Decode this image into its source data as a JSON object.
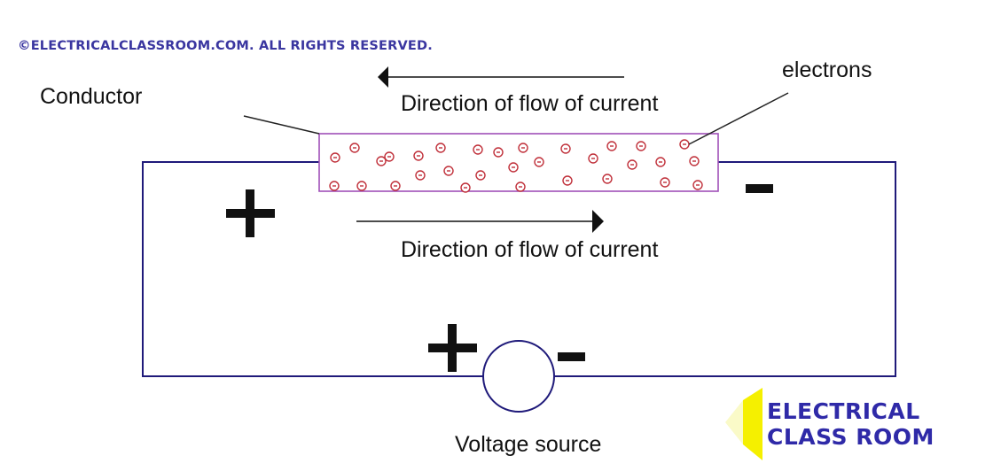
{
  "copyright": "©ELECTRICALCLASSROOM.COM. ALL RIGHTS RESERVED.",
  "labels": {
    "conductor": "Conductor",
    "electrons": "electrons",
    "current_direction_top": "Direction of flow of current",
    "current_direction_bottom": "Direction of flow of current",
    "voltage_source": "Voltage source"
  },
  "polarity": {
    "circuit_left": "+",
    "circuit_right": "-",
    "source_left": "+",
    "source_right": "-"
  },
  "electron_symbol": "⊖",
  "electron_count": 31,
  "logo": {
    "line1": "ELECTRICAL",
    "line2": "CLASS ROOM"
  },
  "colors": {
    "wire": "#1f1a7a",
    "conductor_border": "#a050b8",
    "electron": "#c0303a",
    "logo_text": "#2f2aa8",
    "logo_accent": "#f5f000",
    "copyright": "#3a36a0"
  }
}
